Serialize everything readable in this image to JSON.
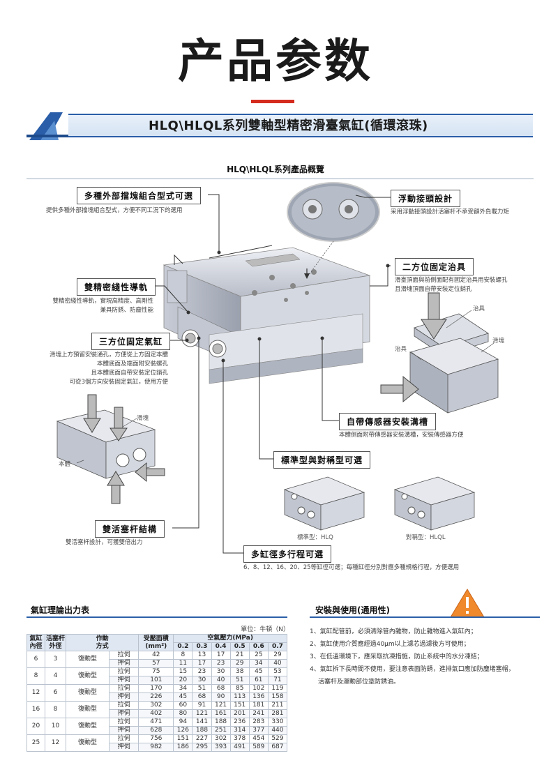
{
  "page": {
    "title": "产品参数"
  },
  "banner": {
    "title": "HLQ\\HLQL系列雙軸型精密滑臺氣缸(循環滾珠)"
  },
  "overview": {
    "title": "HLQ\\HLQL系列產品概覽"
  },
  "callouts": {
    "block": {
      "title": "多種外部擋塊組合型式可選",
      "desc": "提供多種外部擋塊組合型式，方便不同工況下的選用"
    },
    "float": {
      "title": "浮動接頭設計",
      "desc": "采用浮動接頭設計活塞杆不承受額外負載力矩"
    },
    "jig": {
      "title": "二方位固定治具",
      "desc1": "滑臺頂面與前側面配有固定治具用安裝螺孔",
      "desc2": "且滑塊頂面自帶安裝定位銷孔"
    },
    "guide": {
      "title": "雙精密綫性導軌",
      "desc1": "雙精密綫性導軌，實現高精度、高剛性",
      "desc2": "兼具防銹、防塵性能"
    },
    "mount": {
      "title": "三方位固定氣缸",
      "desc1": "滑塊上方預留安裝通孔，方便從上方固定本體",
      "desc2": "本體底面及端面附安裝螺孔",
      "desc3": "且本體底面自帶安裝定位銷孔",
      "desc4": "可從3個方向安裝固定氣缸，使用方便"
    },
    "sensor": {
      "title": "自帶傳感器安裝溝槽",
      "desc": "本體側面附帶傳感器安裝溝槽，安裝傳感器方便"
    },
    "type": {
      "title": "標準型與對稱型可選"
    },
    "piston": {
      "title": "雙活塞杆結構",
      "desc": "雙活塞杆設計，可獲雙倍出力"
    },
    "bore": {
      "title": "多缸徑多行程可選",
      "desc": "6、8、12、16、20、25等缸徑可選；每種缸徑分別對應多種規格行程，方便選用"
    }
  },
  "labels": {
    "jig_top": "治具",
    "slider_r": "滑塊",
    "jig_left": "治具",
    "slider_l": "滑塊",
    "body": "本體",
    "std": "標準型：HLQ",
    "sym": "對稱型：HLQL"
  },
  "force_table": {
    "title": "氣缸理論出力表",
    "unit": "單位：牛頓（N）",
    "h_bore1": "氣缸",
    "h_bore2": "內徑",
    "h_rod1": "活塞杆",
    "h_rod2": "外徑",
    "h_mode1": "作動",
    "h_mode2": "方式",
    "h_area1": "受壓面積",
    "h_area2": "(mm²)",
    "h_pressure": "空氣壓力(MPa)",
    "pressures": [
      "0.2",
      "0.3",
      "0.4",
      "0.5",
      "0.6",
      "0.7"
    ],
    "groups": [
      {
        "bore": "6",
        "rod": "3",
        "mode": "復動型",
        "rows": [
          {
            "dir": "拉伺",
            "area": "42",
            "vals": [
              "8",
              "13",
              "17",
              "21",
              "25",
              "29"
            ]
          },
          {
            "dir": "押伺",
            "area": "57",
            "vals": [
              "11",
              "17",
              "23",
              "29",
              "34",
              "40"
            ]
          }
        ]
      },
      {
        "bore": "8",
        "rod": "4",
        "mode": "復動型",
        "rows": [
          {
            "dir": "拉伺",
            "area": "75",
            "vals": [
              "15",
              "23",
              "30",
              "38",
              "45",
              "53"
            ]
          },
          {
            "dir": "押伺",
            "area": "101",
            "vals": [
              "20",
              "30",
              "40",
              "51",
              "61",
              "71"
            ]
          }
        ]
      },
      {
        "bore": "12",
        "rod": "6",
        "mode": "復動型",
        "rows": [
          {
            "dir": "拉伺",
            "area": "170",
            "vals": [
              "34",
              "51",
              "68",
              "85",
              "102",
              "119"
            ]
          },
          {
            "dir": "押伺",
            "area": "226",
            "vals": [
              "45",
              "68",
              "90",
              "113",
              "136",
              "158"
            ]
          }
        ]
      },
      {
        "bore": "16",
        "rod": "8",
        "mode": "復動型",
        "rows": [
          {
            "dir": "拉伺",
            "area": "302",
            "vals": [
              "60",
              "91",
              "121",
              "151",
              "181",
              "211"
            ]
          },
          {
            "dir": "押伺",
            "area": "402",
            "vals": [
              "80",
              "121",
              "161",
              "201",
              "241",
              "281"
            ]
          }
        ]
      },
      {
        "bore": "20",
        "rod": "10",
        "mode": "復動型",
        "rows": [
          {
            "dir": "拉伺",
            "area": "471",
            "vals": [
              "94",
              "141",
              "188",
              "236",
              "283",
              "330"
            ]
          },
          {
            "dir": "押伺",
            "area": "628",
            "vals": [
              "126",
              "188",
              "251",
              "314",
              "377",
              "440"
            ]
          }
        ]
      },
      {
        "bore": "25",
        "rod": "12",
        "mode": "復動型",
        "rows": [
          {
            "dir": "拉伺",
            "area": "756",
            "vals": [
              "151",
              "227",
              "302",
              "378",
              "454",
              "529"
            ]
          },
          {
            "dir": "押伺",
            "area": "982",
            "vals": [
              "186",
              "295",
              "393",
              "491",
              "589",
              "687"
            ]
          }
        ]
      }
    ]
  },
  "safety": {
    "title": "安裝與使用(通用性)",
    "items": [
      "1、氣缸配管前，必須清除管內雜物，防止雜物進入氣缸內；",
      "2、氣缸使用介質應經過40μm以上濾芯過濾後方可使用；",
      "3、在低溫環境下，應采取抗凍措施，防止系統中的水分凍結；",
      "4、氣缸拆下長時間不使用，要注意表面防銹，進排氣口應加防塵堵塞帽，",
      "活塞杆及運動部位塗防銹油。"
    ],
    "colors": {
      "warning": "#f0892b"
    }
  },
  "colors": {
    "accent": "#d52b1e",
    "brand": "#2a5ea8"
  }
}
